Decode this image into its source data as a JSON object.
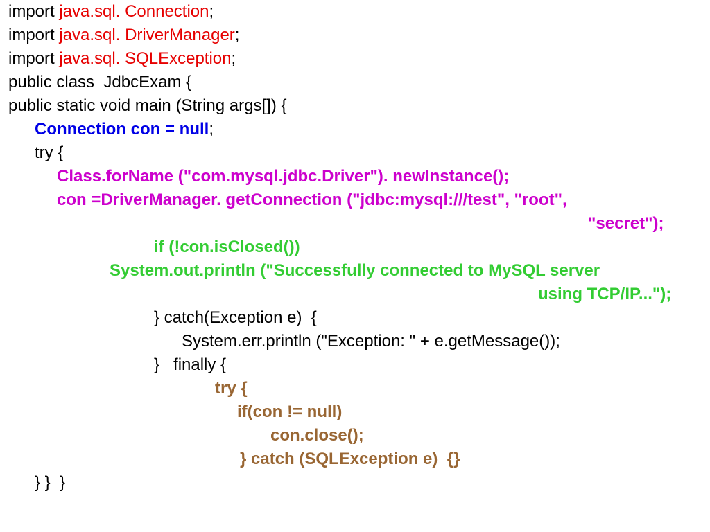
{
  "colors": {
    "plain": "#000000",
    "import_class": "#e60000",
    "declaration": "#0000e6",
    "try_body": "#cc00cc",
    "if_block": "#33cc33",
    "finally_block": "#996633"
  },
  "code": {
    "imports": [
      {
        "keyword": "import ",
        "name": "java.sql. Connection",
        "end": ";"
      },
      {
        "keyword": "import ",
        "name": "java.sql. DriverManager",
        "end": ";"
      },
      {
        "keyword": "import ",
        "name": "java.sql. SQLException",
        "end": ";"
      }
    ],
    "class_decl": "public class  JdbcExam {",
    "main_decl": "public static void main (String args[]) {",
    "con_decl": "Connection con = null",
    "con_decl_end": ";",
    "try_open": "try {",
    "class_forname": "Class.forName (\"com.mysql.jdbc.Driver\"). newInstance();",
    "get_connection": "con =DriverManager. getConnection (\"jdbc:mysql:///test\", \"root\",",
    "get_connection_cont": "\"secret\");",
    "if_closed": "if (!con.isClosed())",
    "println": "System.out.println (\"Successfully connected to MySQL server",
    "println_cont": "using TCP/IP...\");",
    "catch_open": "} catch(Exception e)  {",
    "err_println": "System.err.println (\"Exception: \" + e.getMessage());",
    "finally_open": "}   finally {",
    "try_inner": "try {",
    "if_null": "if(con != null)",
    "con_close": "con.close();",
    "catch_sql": "} catch (SQLException e)  {}",
    "closing": "} }  }"
  }
}
